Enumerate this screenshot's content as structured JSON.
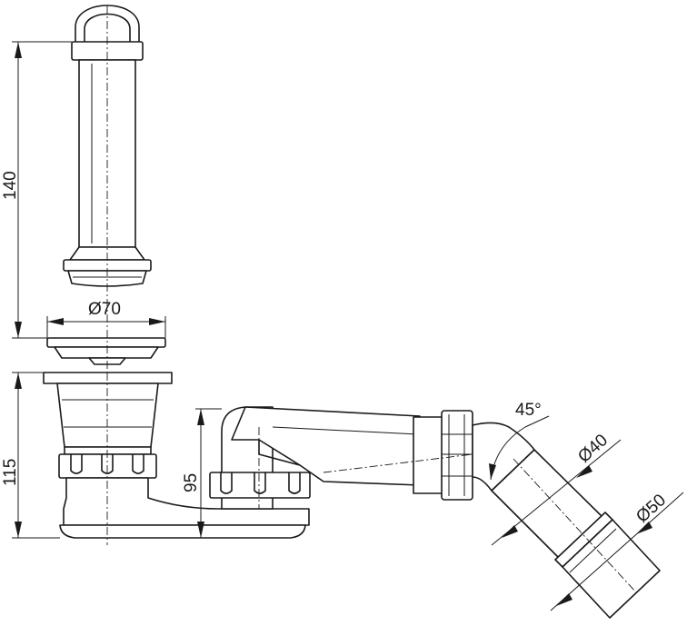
{
  "drawing": {
    "dimensions": {
      "standpipe_height": "140",
      "grate_diameter": "Ø70",
      "trap_height": "115",
      "outlet_height": "95",
      "elbow_angle": "45°",
      "elbow_diameter": "Ø40",
      "outlet_diameter": "Ø50"
    }
  },
  "colors": {
    "line": "#1a1a1a",
    "background": "#ffffff"
  }
}
